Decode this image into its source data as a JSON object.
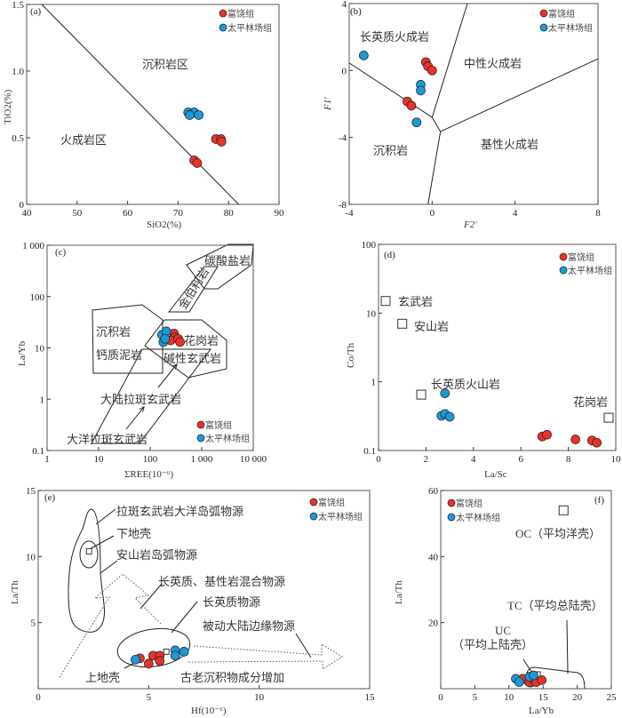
{
  "colors": {
    "fuyao": "#e8322a",
    "taipinglinchang": "#1a9ad6"
  },
  "legend": {
    "fuyao": "富饶组",
    "taipinglinchang": "太平林场组"
  },
  "chart_data": [
    {
      "id": "a",
      "panel_label": "(a)",
      "type": "scatter",
      "xlabel": "SiO2(%)",
      "ylabel": "TiO2(%)",
      "xlim": [
        40,
        90
      ],
      "ylim": [
        0,
        1.5
      ],
      "xscale": "linear",
      "yscale": "linear",
      "xticks": [
        40,
        50,
        60,
        70,
        80,
        90
      ],
      "xtick_labels": [
        "40",
        "50",
        "60",
        "70",
        "80",
        "90"
      ],
      "yticks": [
        0,
        0.5,
        1.0,
        1.5
      ],
      "ytick_labels": [
        "0",
        "0.5",
        "1.0",
        "1.5"
      ],
      "regions": [
        "沉积岩区",
        "火成岩区"
      ],
      "boundaries": [
        [
          [
            43,
            1.5
          ],
          [
            82,
            0
          ]
        ]
      ],
      "series": [
        {
          "name": "富饶组",
          "key": "fuyao",
          "points": [
            [
              77.5,
              0.49
            ],
            [
              78.5,
              0.49
            ],
            [
              78.6,
              0.47
            ],
            [
              73.2,
              0.33
            ],
            [
              73.8,
              0.31
            ]
          ]
        },
        {
          "name": "太平林场组",
          "key": "taipinglinchang",
          "points": [
            [
              72,
              0.69
            ],
            [
              73.2,
              0.69
            ],
            [
              72.3,
              0.67
            ],
            [
              74.1,
              0.67
            ]
          ]
        }
      ]
    },
    {
      "id": "b",
      "panel_label": "(b)",
      "type": "scatter",
      "xlabel": "F2'",
      "ylabel": "F1'",
      "xlim": [
        -4,
        8
      ],
      "ylim": [
        -8,
        4
      ],
      "xscale": "linear",
      "yscale": "linear",
      "xticks": [
        -4,
        0,
        4,
        8
      ],
      "xtick_labels": [
        "-4",
        "0",
        "4",
        "8"
      ],
      "yticks": [
        -8,
        -4,
        0,
        4
      ],
      "ytick_labels": [
        "-8",
        "-4",
        "0",
        "4"
      ],
      "regions": [
        "长英质火成岩",
        "中性火成岩",
        "沉积岩",
        "基性火成岩"
      ],
      "boundaries": [
        [
          [
            -4,
            0.45
          ],
          [
            0,
            -2.8
          ],
          [
            0.4,
            -3.65
          ]
        ],
        [
          [
            0,
            -2.8
          ],
          [
            1.7,
            4
          ]
        ],
        [
          [
            0.4,
            -3.65
          ],
          [
            8,
            0.7
          ]
        ],
        [
          [
            0.4,
            -3.65
          ],
          [
            -0.2,
            -8
          ]
        ]
      ],
      "series": [
        {
          "name": "富饶组",
          "key": "fuyao",
          "points": [
            [
              -0.3,
              0.5
            ],
            [
              -0.2,
              0.25
            ],
            [
              0,
              0
            ],
            [
              -1.2,
              -1.85
            ],
            [
              -1,
              -2.1
            ]
          ]
        },
        {
          "name": "太平林场组",
          "key": "taipinglinchang",
          "points": [
            [
              -3.3,
              0.9
            ],
            [
              -0.55,
              -0.85
            ],
            [
              -0.55,
              -1.2
            ],
            [
              -0.75,
              -3.1
            ]
          ]
        }
      ]
    },
    {
      "id": "c",
      "panel_label": "(c)",
      "type": "scatter",
      "xlabel": "ΣREE(10⁻⁶)",
      "ylabel": "La/Yb",
      "xlim": [
        1,
        10000
      ],
      "ylim": [
        0.1,
        1000
      ],
      "xscale": "log",
      "yscale": "log",
      "xticks": [
        1,
        10,
        100,
        1000,
        10000
      ],
      "xtick_labels": [
        "1",
        "10",
        "100",
        "1 000",
        "10 000"
      ],
      "yticks": [
        0.1,
        1,
        10,
        100,
        1000
      ],
      "ytick_labels": [
        "0.1",
        "1",
        "10",
        "100",
        "1 000"
      ],
      "regions": [
        "碳酸盐岩",
        "金伯利岩",
        "沉积岩",
        "钙质泥岩",
        "花岗岩",
        "碱性玄武岩",
        "大陆拉斑玄武岩",
        "大洋拉斑玄武岩"
      ],
      "series": [
        {
          "name": "富饶组",
          "key": "fuyao",
          "points": [
            [
              290,
              19
            ],
            [
              300,
              16
            ],
            [
              250,
              14
            ],
            [
              350,
              15
            ],
            [
              380,
              13
            ]
          ]
        },
        {
          "name": "太平林场组",
          "key": "taipinglinchang",
          "points": [
            [
              170,
              18
            ],
            [
              205,
              21
            ],
            [
              180,
              13
            ],
            [
              195,
              15
            ]
          ]
        }
      ]
    },
    {
      "id": "d",
      "panel_label": "(d)",
      "type": "scatter",
      "xlabel": "La/Sc",
      "ylabel": "Co/Th",
      "xlim": [
        0,
        10
      ],
      "ylim": [
        0.1,
        100
      ],
      "xscale": "linear",
      "yscale": "log",
      "xticks": [
        0,
        2,
        4,
        6,
        8,
        10
      ],
      "xtick_labels": [
        "0",
        "2",
        "4",
        "6",
        "8",
        "10"
      ],
      "yticks": [
        0.1,
        1,
        10,
        100
      ],
      "ytick_labels": [
        "0.1",
        "1",
        "10",
        "100"
      ],
      "references": [
        {
          "name": "玄武岩",
          "point": [
            0.3,
            15
          ]
        },
        {
          "name": "安山岩",
          "point": [
            1.0,
            7
          ]
        },
        {
          "name": "长英质火山岩",
          "point": [
            1.8,
            0.65
          ]
        },
        {
          "name": "花岗岩",
          "point": [
            9.7,
            0.3
          ]
        }
      ],
      "series": [
        {
          "name": "富饶组",
          "key": "fuyao",
          "points": [
            [
              6.9,
              0.16
            ],
            [
              7.1,
              0.17
            ],
            [
              8.3,
              0.145
            ],
            [
              9,
              0.14
            ],
            [
              9.2,
              0.13
            ]
          ]
        },
        {
          "name": "太平林场组",
          "key": "taipinglinchang",
          "points": [
            [
              2.8,
              0.68
            ],
            [
              2.65,
              0.32
            ],
            [
              2.8,
              0.34
            ],
            [
              3.0,
              0.31
            ]
          ]
        }
      ]
    },
    {
      "id": "e",
      "panel_label": "(e)",
      "type": "scatter",
      "xlabel": "Hf(10⁻⁶)",
      "ylabel": "La/Th",
      "xlim": [
        0,
        15
      ],
      "ylim": [
        0,
        15
      ],
      "xscale": "linear",
      "yscale": "linear",
      "xticks": [
        0,
        5,
        10,
        15
      ],
      "xtick_labels": [
        "0",
        "5",
        "10",
        "15"
      ],
      "yticks": [
        5,
        10,
        15
      ],
      "ytick_labels": [
        "5",
        "10",
        "15"
      ],
      "regions": [
        "拉斑玄武岩大洋岛弧物源",
        "下地壳",
        "安山岩岛弧物源",
        "长英质、基性岩混合物源",
        "长英质物源",
        "被动大陆边缘物源",
        "上地壳",
        "古老沉积物成分增加"
      ],
      "references": [
        {
          "name": "下地壳",
          "point": [
            2.3,
            10.4
          ]
        },
        {
          "name": "上地壳",
          "point": [
            5.8,
            2.8
          ]
        }
      ],
      "series": [
        {
          "name": "富饶组",
          "key": "fuyao",
          "points": [
            [
              4.6,
              2.3
            ],
            [
              5,
              1.9
            ],
            [
              5.2,
              2.5
            ],
            [
              5.5,
              2.5
            ],
            [
              5.5,
              2.1
            ]
          ]
        },
        {
          "name": "太平林场组",
          "key": "taipinglinchang",
          "points": [
            [
              4.4,
              2.2
            ],
            [
              6.2,
              2.9
            ],
            [
              6.2,
              2.5
            ],
            [
              6.6,
              2.8
            ]
          ]
        }
      ]
    },
    {
      "id": "f",
      "panel_label": "(f)",
      "type": "scatter",
      "xlabel": "La/Yb",
      "ylabel": "La/Th",
      "xlim": [
        0,
        25
      ],
      "ylim": [
        0,
        60
      ],
      "xscale": "linear",
      "yscale": "linear",
      "xticks": [
        0,
        5,
        10,
        15,
        20,
        25
      ],
      "xtick_labels": [
        "0",
        "5",
        "10",
        "15",
        "20",
        "25"
      ],
      "yticks": [
        20,
        40,
        60
      ],
      "ytick_labels": [
        "20",
        "40",
        "60"
      ],
      "regions": [
        "OC（平均洋壳）",
        "TC（平均总陆壳）",
        "UC",
        "（平均上陆壳）"
      ],
      "references": [
        {
          "name": "OC",
          "point": [
            18,
            54
          ]
        },
        {
          "name": "UC",
          "point": [
            14.2,
            4.3
          ]
        }
      ],
      "series": [
        {
          "name": "富饶组",
          "key": "fuyao",
          "points": [
            [
              12,
              3
            ],
            [
              13,
              2
            ],
            [
              13.5,
              3
            ],
            [
              14,
              2
            ],
            [
              14.8,
              2.6
            ]
          ]
        },
        {
          "name": "太平林场组",
          "key": "taipinglinchang",
          "points": [
            [
              11,
              3
            ],
            [
              11.5,
              2
            ],
            [
              13,
              3.6
            ],
            [
              13.6,
              4
            ]
          ]
        }
      ]
    }
  ]
}
